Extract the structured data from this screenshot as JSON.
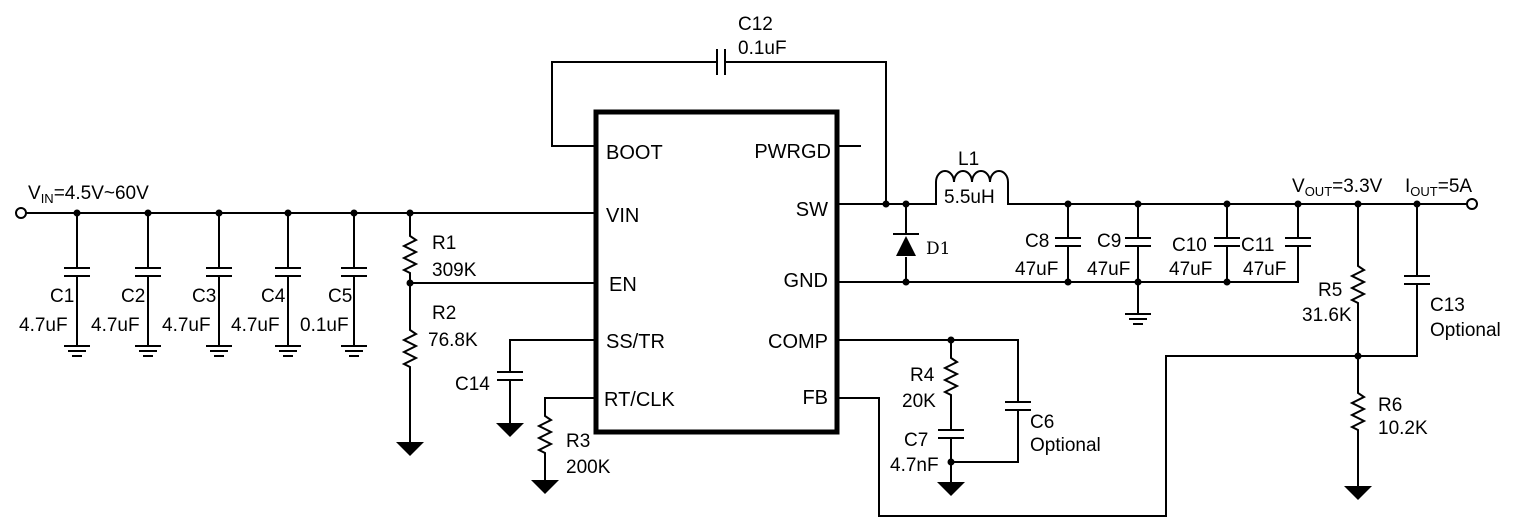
{
  "ic": {
    "pins_left": {
      "boot": "BOOT",
      "vin": "VIN",
      "en": "EN",
      "sstr": "SS/TR",
      "rtclk": "RT/CLK"
    },
    "pins_right": {
      "pwrgd": "PWRGD",
      "sw": "SW",
      "gnd": "GND",
      "comp": "COMP",
      "fb": "FB"
    }
  },
  "input": {
    "prefix": "V",
    "sub": "IN",
    "rest": "=4.5V~60V"
  },
  "output": {
    "vout": {
      "prefix": "V",
      "sub": "OUT",
      "rest": "=3.3V"
    },
    "iout": {
      "prefix": "I",
      "sub": "OUT",
      "rest": "=5A"
    }
  },
  "components": {
    "c1": {
      "name": "C1",
      "value": "4.7uF"
    },
    "c2": {
      "name": "C2",
      "value": "4.7uF"
    },
    "c3": {
      "name": "C3",
      "value": "4.7uF"
    },
    "c4": {
      "name": "C4",
      "value": "4.7uF"
    },
    "c5": {
      "name": "C5",
      "value": "0.1uF"
    },
    "r1": {
      "name": "R1",
      "value": "309K"
    },
    "r2": {
      "name": "R2",
      "value": "76.8K"
    },
    "c14": {
      "name": "C14"
    },
    "r3": {
      "name": "R3",
      "value": "200K"
    },
    "c12": {
      "name": "C12",
      "value": "0.1uF"
    },
    "l1": {
      "name": "L1",
      "value": "5.5uH"
    },
    "d1": {
      "name": "D1"
    },
    "c8": {
      "name": "C8",
      "value": "47uF"
    },
    "c9": {
      "name": "C9",
      "value": "47uF"
    },
    "c10": {
      "name": "C10",
      "value": "47uF"
    },
    "c11": {
      "name": "C11",
      "value": "47uF"
    },
    "r4": {
      "name": "R4",
      "value": "20K"
    },
    "c7": {
      "name": "C7",
      "value": "4.7nF"
    },
    "c6": {
      "name": "C6",
      "value": "Optional"
    },
    "r5": {
      "name": "R5",
      "value": "31.6K"
    },
    "r6": {
      "name": "R6",
      "value": "10.2K"
    },
    "c13": {
      "name": "C13",
      "value": "Optional"
    }
  }
}
